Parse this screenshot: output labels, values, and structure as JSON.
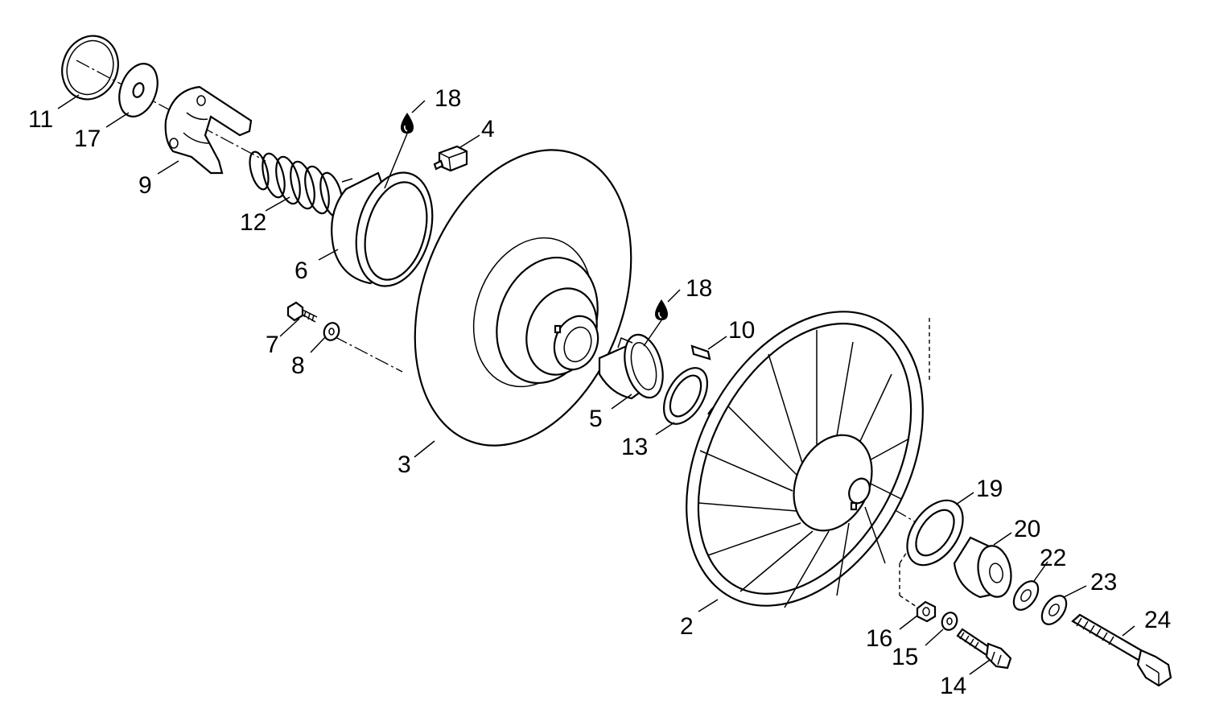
{
  "labels": {
    "p2": "2",
    "p3": "3",
    "p4": "4",
    "p5": "5",
    "p6": "6",
    "p7": "7",
    "p8": "8",
    "p9": "9",
    "p10": "10",
    "p11": "11",
    "p12": "12",
    "p13": "13",
    "p14": "14",
    "p15": "15",
    "p16": "16",
    "p17": "17",
    "p18a": "18",
    "p18b": "18",
    "p19": "19",
    "p20": "20",
    "p22": "22",
    "p23": "23",
    "p24": "24"
  },
  "icons": {
    "lubricant": "oil-drop-icon"
  }
}
